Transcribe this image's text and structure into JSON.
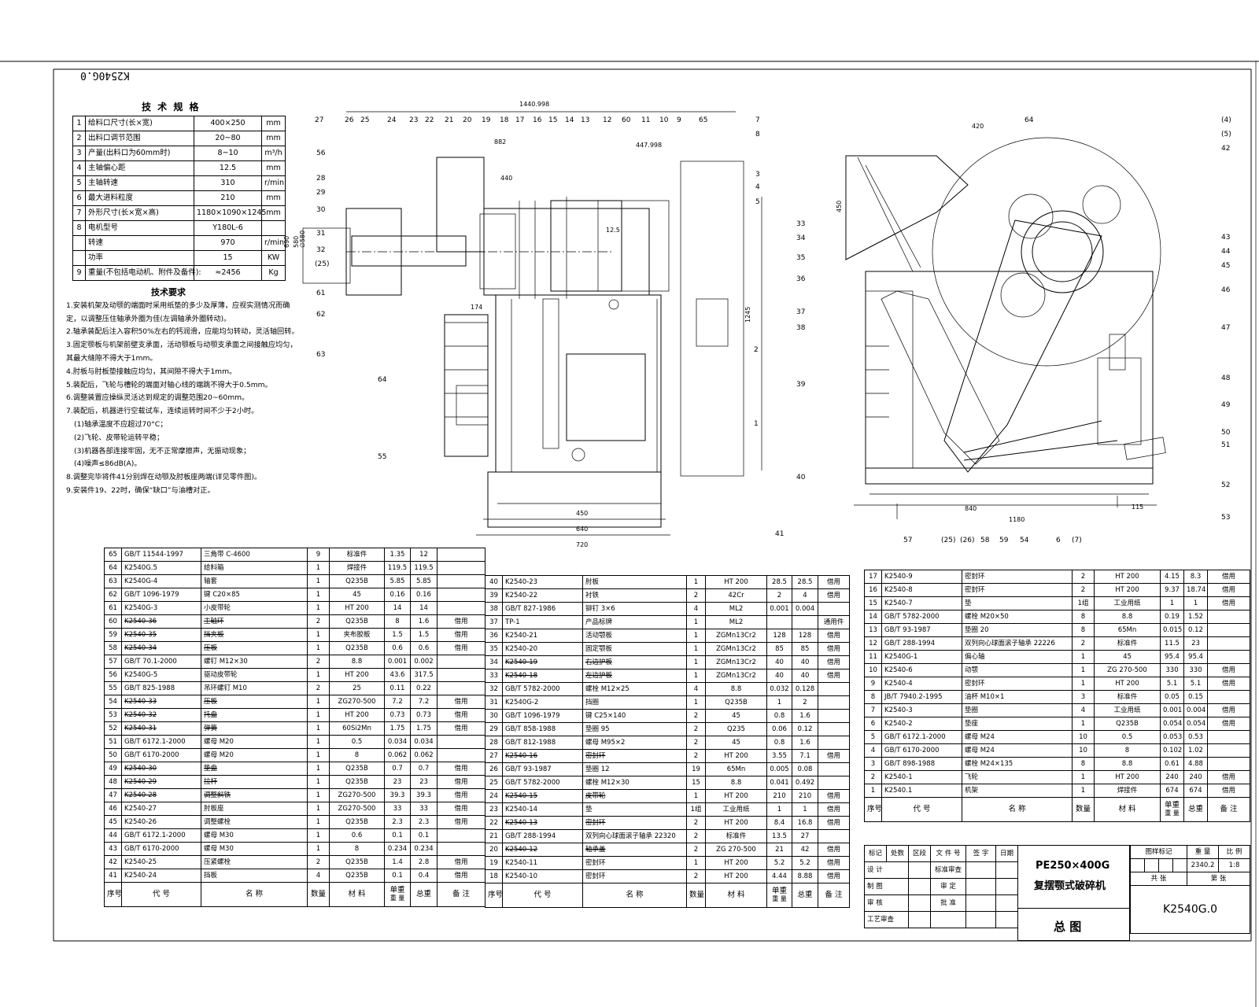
{
  "drawing_number_rotated": "K2540G.0",
  "specs": {
    "title": "技 术 规 格",
    "rows": [
      {
        "no": "1",
        "name": "给料口尺寸(长×宽)",
        "value": "400×250",
        "unit": "mm"
      },
      {
        "no": "2",
        "name": "出料口调节范围",
        "value": "20~80",
        "unit": "mm"
      },
      {
        "no": "3",
        "name": "产量(出料口为60mm时)",
        "value": "8~10",
        "unit": "m³/h"
      },
      {
        "no": "4",
        "name": "主轴偏心距",
        "value": "12.5",
        "unit": "mm"
      },
      {
        "no": "5",
        "name": "主轴转速",
        "value": "310",
        "unit": "r/min"
      },
      {
        "no": "6",
        "name": "最大进料粒度",
        "value": "210",
        "unit": "mm"
      },
      {
        "no": "7",
        "name": "外形尺寸(长×宽×高)",
        "value": "1180×1090×1245",
        "unit": "mm"
      },
      {
        "no": "8",
        "name": "电机型号",
        "value": "Y180L-6",
        "unit": ""
      },
      {
        "no": "",
        "name": "转速",
        "value": "970",
        "unit": "r/min"
      },
      {
        "no": "",
        "name": "功率",
        "value": "15",
        "unit": "KW"
      },
      {
        "no": "9",
        "name": "重量(不包括电动机、附件及备件):",
        "value": "≈2456",
        "unit": "Kg"
      }
    ]
  },
  "notes": {
    "title": "技术要求",
    "lines": [
      "1.安装机架及动颚的端面时采用纸垫的多少及厚薄，应视实测情况而确",
      "定，以调整压住轴承外圈为佳(左调轴承外圈转动)。",
      "2.轴承装配后注入容积50%左右的钙润滑，应能均匀转动，灵活轴回转。",
      "3.固定颚板与机架前壁支承面，活动颚板与动颚支承面之间接触应均匀，",
      "其最大缝隙不得大于1mm。",
      "4.肘板与肘板垫接触应均匀，其间隙不得大于1mm。",
      "5.装配后，飞轮与槽轮的端面对轴心线的端跳不得大于0.5mm。",
      "6.调整装置应操纵灵活达到规定的调整范围20~60mm。",
      "7.装配后，机器进行空载试车，连续运转时间不少于2小时。",
      "(1)轴承温度不应超过70°C；",
      "(2)飞轮、皮带轮运转平稳；",
      "(3)机器各部连接牢固，无不正常摩擦声，无振动现象；",
      "(4)噪声≤86dB(A)。",
      "8.调整完毕将件41分别焊在动颚及肘板座两端(详见零件图)。",
      "9.安装件19、22时，确保“缺口”与油槽对正。"
    ]
  },
  "bom_left": [
    {
      "no": "65",
      "code": "GB/T 11544-1997",
      "name": "三角带 C-4600",
      "qty": "9",
      "mat": "标准件",
      "unit_w": "1.35",
      "total_w": "12",
      "remark": "",
      "strike": false
    },
    {
      "no": "64",
      "code": "K2540G.5",
      "name": "给料箱",
      "qty": "1",
      "mat": "焊接件",
      "unit_w": "119.5",
      "total_w": "119.5",
      "remark": "",
      "strike": false
    },
    {
      "no": "63",
      "code": "K2540G-4",
      "name": "轴套",
      "qty": "1",
      "mat": "Q235B",
      "unit_w": "5.85",
      "total_w": "5.85",
      "remark": "",
      "strike": false
    },
    {
      "no": "62",
      "code": "GB/T 1096-1979",
      "name": "键 C20×85",
      "qty": "1",
      "mat": "45",
      "unit_w": "0.16",
      "total_w": "0.16",
      "remark": "",
      "strike": false
    },
    {
      "no": "61",
      "code": "K2540G-3",
      "name": "小皮带轮",
      "qty": "1",
      "mat": "HT 200",
      "unit_w": "14",
      "total_w": "14",
      "remark": "",
      "strike": false
    },
    {
      "no": "60",
      "code": "K2540-36",
      "name": "主轴环",
      "qty": "2",
      "mat": "Q235B",
      "unit_w": "8",
      "total_w": "1.6",
      "remark": "借用",
      "strike": true
    },
    {
      "no": "59",
      "code": "K2540-35",
      "name": "挡夹板",
      "qty": "1",
      "mat": "夹布胶板",
      "unit_w": "1.5",
      "total_w": "1.5",
      "remark": "借用",
      "strike": true
    },
    {
      "no": "58",
      "code": "K2540-34",
      "name": "压板",
      "qty": "1",
      "mat": "Q235B",
      "unit_w": "0.6",
      "total_w": "0.6",
      "remark": "借用",
      "strike": true
    },
    {
      "no": "57",
      "code": "GB/T 70.1-2000",
      "name": "螺钉 M12×30",
      "qty": "2",
      "mat": "8.8",
      "unit_w": "0.001",
      "total_w": "0.002",
      "remark": "",
      "strike": false
    },
    {
      "no": "56",
      "code": "K2540G-5",
      "name": "驱动皮带轮",
      "qty": "1",
      "mat": "HT 200",
      "unit_w": "43.6",
      "total_w": "317.5",
      "remark": "",
      "strike": false
    },
    {
      "no": "55",
      "code": "GB/T 825-1988",
      "name": "吊环螺钉 M10",
      "qty": "2",
      "mat": "25",
      "unit_w": "0.11",
      "total_w": "0.22",
      "remark": "",
      "strike": false
    },
    {
      "no": "54",
      "code": "K2540-33",
      "name": "压板",
      "qty": "1",
      "mat": "ZG270-500",
      "unit_w": "7.2",
      "total_w": "7.2",
      "remark": "借用",
      "strike": true
    },
    {
      "no": "53",
      "code": "K2540-32",
      "name": "托盘",
      "qty": "1",
      "mat": "HT 200",
      "unit_w": "0.73",
      "total_w": "0.73",
      "remark": "借用",
      "strike": true
    },
    {
      "no": "52",
      "code": "K2540-31",
      "name": "弹簧",
      "qty": "1",
      "mat": "60Si2Mn",
      "unit_w": "1.75",
      "total_w": "1.75",
      "remark": "借用",
      "strike": true
    },
    {
      "no": "51",
      "code": "GB/T 6172.1-2000",
      "name": "螺母 M20",
      "qty": "1",
      "mat": "0.5",
      "unit_w": "0.034",
      "total_w": "0.034",
      "remark": "",
      "strike": false
    },
    {
      "no": "50",
      "code": "GB/T 6170-2000",
      "name": "螺母 M20",
      "qty": "1",
      "mat": "8",
      "unit_w": "0.062",
      "total_w": "0.062",
      "remark": "",
      "strike": false
    },
    {
      "no": "49",
      "code": "K2540-30",
      "name": "垫盘",
      "qty": "1",
      "mat": "Q235B",
      "unit_w": "0.7",
      "total_w": "0.7",
      "remark": "借用",
      "strike": true
    },
    {
      "no": "48",
      "code": "K2540-29",
      "name": "拉杆",
      "qty": "1",
      "mat": "Q235B",
      "unit_w": "23",
      "total_w": "23",
      "remark": "借用",
      "strike": true
    },
    {
      "no": "47",
      "code": "K2540-28",
      "name": "调整斜铁",
      "qty": "1",
      "mat": "ZG270-500",
      "unit_w": "39.3",
      "total_w": "39.3",
      "remark": "借用",
      "strike": true
    },
    {
      "no": "46",
      "code": "K2540-27",
      "name": "肘板座",
      "qty": "1",
      "mat": "ZG270-500",
      "unit_w": "33",
      "total_w": "33",
      "remark": "借用",
      "strike": false
    },
    {
      "no": "45",
      "code": "K2540-26",
      "name": "调整螺栓",
      "qty": "1",
      "mat": "Q235B",
      "unit_w": "2.3",
      "total_w": "2.3",
      "remark": "借用",
      "strike": false
    },
    {
      "no": "44",
      "code": "GB/T 6172.1-2000",
      "name": "螺母 M30",
      "qty": "1",
      "mat": "0.6",
      "unit_w": "0.1",
      "total_w": "0.1",
      "remark": "",
      "strike": false
    },
    {
      "no": "43",
      "code": "GB/T 6170-2000",
      "name": "螺母 M30",
      "qty": "1",
      "mat": "8",
      "unit_w": "0.234",
      "total_w": "0.234",
      "remark": "",
      "strike": false
    },
    {
      "no": "42",
      "code": "K2540-25",
      "name": "压紧螺栓",
      "qty": "2",
      "mat": "Q235B",
      "unit_w": "1.4",
      "total_w": "2.8",
      "remark": "借用",
      "strike": false
    },
    {
      "no": "41",
      "code": "K2540-24",
      "name": "挡板",
      "qty": "4",
      "mat": "Q235B",
      "unit_w": "0.1",
      "total_w": "0.4",
      "remark": "借用",
      "strike": false
    }
  ],
  "bom_mid": [
    {
      "no": "40",
      "code": "K2540-23",
      "name": "肘板",
      "qty": "1",
      "mat": "HT 200",
      "unit_w": "28.5",
      "total_w": "28.5",
      "remark": "借用",
      "strike": false
    },
    {
      "no": "39",
      "code": "K2540-22",
      "name": "衬铁",
      "qty": "2",
      "mat": "42Cr",
      "unit_w": "2",
      "total_w": "4",
      "remark": "借用",
      "strike": false
    },
    {
      "no": "38",
      "code": "GB/T 827-1986",
      "name": "铆钉 3×6",
      "qty": "4",
      "mat": "ML2",
      "unit_w": "0.001",
      "total_w": "0.004",
      "remark": "",
      "strike": false
    },
    {
      "no": "37",
      "code": "TP-1",
      "name": "产品标牌",
      "qty": "1",
      "mat": "ML2",
      "unit_w": "",
      "total_w": "",
      "remark": "通用件",
      "strike": false
    },
    {
      "no": "36",
      "code": "K2540-21",
      "name": "活动颚板",
      "qty": "1",
      "mat": "ZGMn13Cr2",
      "unit_w": "128",
      "total_w": "128",
      "remark": "借用",
      "strike": false
    },
    {
      "no": "35",
      "code": "K2540-20",
      "name": "固定颚板",
      "qty": "1",
      "mat": "ZGMn13Cr2",
      "unit_w": "85",
      "total_w": "85",
      "remark": "借用",
      "strike": false
    },
    {
      "no": "34",
      "code": "K2540-19",
      "name": "右边护板",
      "qty": "1",
      "mat": "ZGMn13Cr2",
      "unit_w": "40",
      "total_w": "40",
      "remark": "借用",
      "strike": true
    },
    {
      "no": "33",
      "code": "K2540-18",
      "name": "左边护板",
      "qty": "1",
      "mat": "ZGMn13Cr2",
      "unit_w": "40",
      "total_w": "40",
      "remark": "借用",
      "strike": true
    },
    {
      "no": "32",
      "code": "GB/T 5782-2000",
      "name": "螺栓 M12×25",
      "qty": "4",
      "mat": "8.8",
      "unit_w": "0.032",
      "total_w": "0.128",
      "remark": "",
      "strike": false
    },
    {
      "no": "31",
      "code": "K2540G-2",
      "name": "挡圈",
      "qty": "1",
      "mat": "Q235B",
      "unit_w": "1",
      "total_w": "2",
      "remark": "",
      "strike": false
    },
    {
      "no": "30",
      "code": "GB/T 1096-1979",
      "name": "键 C25×140",
      "qty": "2",
      "mat": "45",
      "unit_w": "0.8",
      "total_w": "1.6",
      "remark": "",
      "strike": false
    },
    {
      "no": "29",
      "code": "GB/T 858-1988",
      "name": "垫圈 95",
      "qty": "2",
      "mat": "Q235",
      "unit_w": "0.06",
      "total_w": "0.12",
      "remark": "",
      "strike": false
    },
    {
      "no": "28",
      "code": "GB/T 812-1988",
      "name": "螺母 M95×2",
      "qty": "2",
      "mat": "45",
      "unit_w": "0.8",
      "total_w": "1.6",
      "remark": "",
      "strike": false
    },
    {
      "no": "27",
      "code": "K2540-16",
      "name": "密封环",
      "qty": "2",
      "mat": "HT 200",
      "unit_w": "3.55",
      "total_w": "7.1",
      "remark": "借用",
      "strike": true
    },
    {
      "no": "26",
      "code": "GB/T 93-1987",
      "name": "垫圈 12",
      "qty": "19",
      "mat": "65Mn",
      "unit_w": "0.005",
      "total_w": "0.08",
      "remark": "",
      "strike": false
    },
    {
      "no": "25",
      "code": "GB/T 5782-2000",
      "name": "螺栓 M12×30",
      "qty": "15",
      "mat": "8.8",
      "unit_w": "0.041",
      "total_w": "0.492",
      "remark": "",
      "strike": false
    },
    {
      "no": "24",
      "code": "K2540-15",
      "name": "皮带轮",
      "qty": "1",
      "mat": "HT 200",
      "unit_w": "210",
      "total_w": "210",
      "remark": "借用",
      "strike": true
    },
    {
      "no": "23",
      "code": "K2540-14",
      "name": "垫",
      "qty": "1组",
      "mat": "工业用纸",
      "unit_w": "1",
      "total_w": "1",
      "remark": "借用",
      "strike": false
    },
    {
      "no": "22",
      "code": "K2540-13",
      "name": "密封环",
      "qty": "2",
      "mat": "HT 200",
      "unit_w": "8.4",
      "total_w": "16.8",
      "remark": "借用",
      "strike": true
    },
    {
      "no": "21",
      "code": "GB/T 288-1994",
      "name": "双列向心球面滚子轴承 22320",
      "qty": "2",
      "mat": "标准件",
      "unit_w": "13.5",
      "total_w": "27",
      "remark": "",
      "strike": false
    },
    {
      "no": "20",
      "code": "K2540-12",
      "name": "轴承盖",
      "qty": "2",
      "mat": "ZG 270-500",
      "unit_w": "21",
      "total_w": "42",
      "remark": "借用",
      "strike": true
    },
    {
      "no": "19",
      "code": "K2540-11",
      "name": "密封环",
      "qty": "1",
      "mat": "HT 200",
      "unit_w": "5.2",
      "total_w": "5.2",
      "remark": "借用",
      "strike": false
    },
    {
      "no": "18",
      "code": "K2540-10",
      "name": "密封环",
      "qty": "2",
      "mat": "HT 200",
      "unit_w": "4.44",
      "total_w": "8.88",
      "remark": "借用",
      "strike": false
    }
  ],
  "bom_right": [
    {
      "no": "17",
      "code": "K2540-9",
      "name": "密封环",
      "qty": "2",
      "mat": "HT 200",
      "unit_w": "4.15",
      "total_w": "8.3",
      "remark": "借用"
    },
    {
      "no": "16",
      "code": "K2540-8",
      "name": "密封环",
      "qty": "2",
      "mat": "HT 200",
      "unit_w": "9.37",
      "total_w": "18.74",
      "remark": "借用"
    },
    {
      "no": "15",
      "code": "K2540-7",
      "name": "垫",
      "qty": "1组",
      "mat": "工业用纸",
      "unit_w": "1",
      "total_w": "1",
      "remark": "借用"
    },
    {
      "no": "14",
      "code": "GB/T 5782-2000",
      "name": "螺栓 M20×50",
      "qty": "8",
      "mat": "8.8",
      "unit_w": "0.19",
      "total_w": "1.52",
      "remark": ""
    },
    {
      "no": "13",
      "code": "GB/T 93-1987",
      "name": "垫圈 20",
      "qty": "8",
      "mat": "65Mn",
      "unit_w": "0.015",
      "total_w": "0.12",
      "remark": ""
    },
    {
      "no": "12",
      "code": "GB/T 288-1994",
      "name": "双列向心球面滚子轴承 22226",
      "qty": "2",
      "mat": "标准件",
      "unit_w": "11.5",
      "total_w": "23",
      "remark": ""
    },
    {
      "no": "11",
      "code": "K2540G-1",
      "name": "偏心轴",
      "qty": "1",
      "mat": "45",
      "unit_w": "95.4",
      "total_w": "95.4",
      "remark": ""
    },
    {
      "no": "10",
      "code": "K2540-6",
      "name": "动颚",
      "qty": "1",
      "mat": "ZG 270-500",
      "unit_w": "330",
      "total_w": "330",
      "remark": "借用"
    },
    {
      "no": "9",
      "code": "K2540-4",
      "name": "密封环",
      "qty": "1",
      "mat": "HT 200",
      "unit_w": "5.1",
      "total_w": "5.1",
      "remark": "借用"
    },
    {
      "no": "8",
      "code": "JB/T 7940.2-1995",
      "name": "油杯 M10×1",
      "qty": "3",
      "mat": "标准件",
      "unit_w": "0.05",
      "total_w": "0.15",
      "remark": ""
    },
    {
      "no": "7",
      "code": "K2540-3",
      "name": "垫圈",
      "qty": "4",
      "mat": "工业用纸",
      "unit_w": "0.001",
      "total_w": "0.004",
      "remark": "借用"
    },
    {
      "no": "6",
      "code": "K2540-2",
      "name": "垫座",
      "qty": "1",
      "mat": "Q235B",
      "unit_w": "0.054",
      "total_w": "0.054",
      "remark": "借用"
    },
    {
      "no": "5",
      "code": "GB/T 6172.1-2000",
      "name": "螺母 M24",
      "qty": "10",
      "mat": "0.5",
      "unit_w": "0.053",
      "total_w": "0.53",
      "remark": ""
    },
    {
      "no": "4",
      "code": "GB/T 6170-2000",
      "name": "螺母 M24",
      "qty": "10",
      "mat": "8",
      "unit_w": "0.102",
      "total_w": "1.02",
      "remark": ""
    },
    {
      "no": "3",
      "code": "GB/T 898-1988",
      "name": "螺栓 M24×135",
      "qty": "8",
      "mat": "8.8",
      "unit_w": "0.61",
      "total_w": "4.88",
      "remark": ""
    },
    {
      "no": "2",
      "code": "K2540-1",
      "name": "飞轮",
      "qty": "1",
      "mat": "HT 200",
      "unit_w": "240",
      "total_w": "240",
      "remark": "借用"
    },
    {
      "no": "1",
      "code": "K2540.1",
      "name": "机架",
      "qty": "1",
      "mat": "焊接件",
      "unit_w": "674",
      "total_w": "674",
      "remark": "借用"
    }
  ],
  "bom_header": {
    "no": "序号",
    "code": "代    号",
    "name": "名        称",
    "qty": "数量",
    "mat": "材    料",
    "unit_w": "单重",
    "total_w": "总重",
    "weight": "重    量",
    "remark": "备 注"
  },
  "title_block": {
    "rev_labels": [
      "标记",
      "处数",
      "区段",
      "文 件 号",
      "签 字",
      "日期"
    ],
    "roles": [
      "设  计",
      "制  图",
      "审  核",
      "工艺审查"
    ],
    "roles2": [
      "标准审查",
      "审  定",
      "批  准"
    ],
    "product_line1": "PE250×400G",
    "product_line2": "复摆颚式破碎机",
    "drawing_title": "总 图",
    "stage_label": "图样标记",
    "weight_label": "重  量",
    "scale_label": "比 例",
    "weight": "2340.2",
    "scale": "1:8",
    "sheets_total": "共    张",
    "sheet_no": "第    张",
    "drawing_number": "K2540G.0"
  },
  "callouts_left": [
    "27",
    "26",
    "25",
    "24",
    "23",
    "22",
    "21",
    "20",
    "19",
    "18",
    "17",
    "16",
    "15",
    "14",
    "13",
    "12",
    "60",
    "11",
    "10",
    "9",
    "65",
    "7",
    "8",
    "3",
    "4",
    "5",
    "28",
    "29",
    "30",
    "31",
    "32",
    "(25)",
    "61",
    "62",
    "63",
    "64",
    "2",
    "1",
    "41",
    "55",
    "56"
  ],
  "callouts_right": [
    "64",
    "(4)",
    "(5)",
    "42",
    "33",
    "34",
    "35",
    "36",
    "37",
    "38",
    "39",
    "40",
    "43",
    "44",
    "45",
    "46",
    "47",
    "48",
    "49",
    "50",
    "51",
    "52",
    "53",
    "57",
    "(25)",
    "(26)",
    "58",
    "59",
    "54",
    "6",
    "(7)"
  ],
  "dimensions": [
    "1440.998",
    "447.998",
    "882",
    "440",
    "12.5",
    "174",
    "1245",
    "690",
    "580",
    "450",
    "640",
    "720",
    "420",
    "450",
    "840",
    "1180",
    "115",
    "∅580"
  ]
}
